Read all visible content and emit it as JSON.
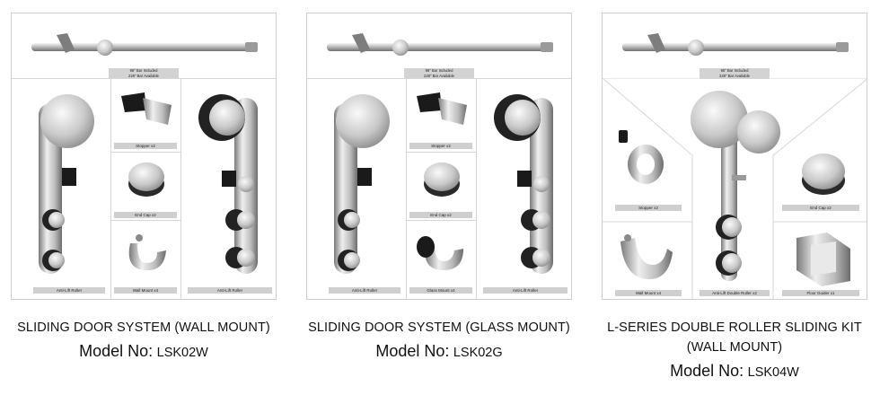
{
  "products": [
    {
      "bar_note_1": "96\" Bar Included",
      "bar_note_2": "228\" Bar Available",
      "labels": [
        "Stopper x2",
        "End Cap x2",
        "Anti-Lift Roller",
        "Wall Mount x4",
        "Anti-Lift Roller"
      ],
      "title": "SLIDING DOOR SYSTEM (WALL MOUNT)",
      "model_label": "Model No:",
      "model_value": "LSK02W"
    },
    {
      "bar_note_1": "96\" Bar Included",
      "bar_note_2": "228\" Bar Available",
      "labels": [
        "Stopper x2",
        "End Cap x2",
        "Anti-Lift Roller",
        "Glass Mount x4",
        "Anti-Lift Roller"
      ],
      "title": "SLIDING DOOR SYSTEM (GLASS MOUNT)",
      "model_label": "Model No:",
      "model_value": "LSK02G"
    },
    {
      "bar_note_1": "96\" Bar Included",
      "bar_note_2": "228\" Bar Available",
      "labels": [
        "Stopper x2",
        "End Cap x2",
        "Wall Mount x4",
        "Anti-Lift Double Roller x2",
        "Floor Guider x1"
      ],
      "title_line_1": "L-SERIES DOUBLE ROLLER SLIDING KIT",
      "title_line_2": "(WALL MOUNT)",
      "model_label": "Model No:",
      "model_value": "LSK04W"
    }
  ],
  "colors": {
    "steel_light": "#e6e6e6",
    "steel_dark": "#8a8a8a",
    "black_part": "#1a1a1a",
    "label_bg": "#cfcfcf"
  }
}
